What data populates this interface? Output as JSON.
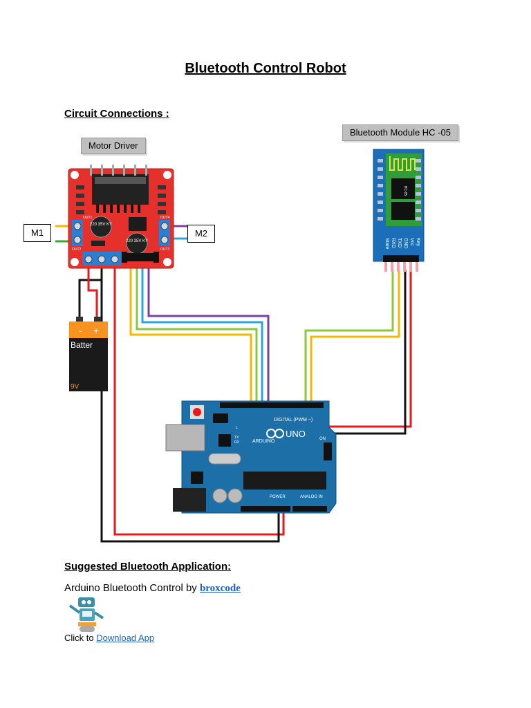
{
  "title": "Bluetooth Control Robot",
  "circuit_heading": "Circuit Connections :",
  "labels": {
    "motor_driver": "Motor Driver",
    "bluetooth_module": "Bluetooth Module HC -05",
    "m1": "M1",
    "m2": "M2"
  },
  "motor_driver_board": {
    "out1": "OUT1",
    "out2": "OUT2",
    "out3": "OUT3",
    "out4": "OUT4",
    "cap1": "220 35V KY",
    "cap2": "220 35V KY"
  },
  "battery": {
    "minus": "-",
    "plus": "+",
    "label": "Batter",
    "voltage": "9V"
  },
  "hc05_pins": [
    "Key",
    "Vcc",
    "GND",
    "TXD",
    "RXD",
    "State"
  ],
  "hc05_chip": "HC-05",
  "arduino": {
    "digital_label": "DIGITAL (PWM ~)",
    "logo": "ARDUINO",
    "model": "UNO",
    "power_label": "POWER",
    "analog_label": "ANALOG IN",
    "on_label": "ON",
    "tx": "TX",
    "rx": "RX",
    "l": "L"
  },
  "wire_colors": {
    "red": "#e8191c",
    "black": "#111111",
    "yellow": "#f5b800",
    "green": "#8cc63f",
    "blue": "#29a8e0",
    "purple": "#7b3fa0"
  },
  "app_heading": "Suggested Bluetooth Application:",
  "app_line": {
    "prefix": "Arduino Bluetooth Control by ",
    "link": "broxcode"
  },
  "download": {
    "prefix": "Click to ",
    "link": "Download App"
  }
}
